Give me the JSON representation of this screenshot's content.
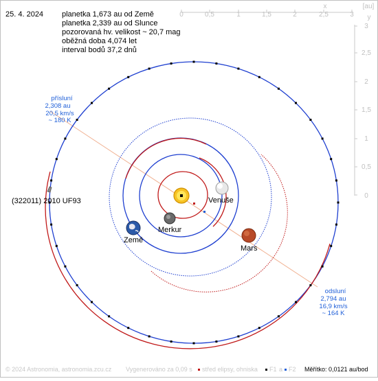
{
  "date": "25. 4. 2024",
  "info_lines": [
    "planetka 1,673 au od Země",
    "planetka 2,339 au od Slunce",
    "pozorovaná hv. velikost ~ 20,7 mag",
    "oběžná doba 4,074 let",
    "interval bodů 37,2 dnů"
  ],
  "asteroid_label": "(322011) 2010 UF93",
  "planet_labels": {
    "venus": "Venuše",
    "mercury": "Merkur",
    "earth": "Země",
    "mars": "Mars"
  },
  "perihelion": {
    "title": "přísluní",
    "dist": "2,308 au",
    "speed": "20,5 km/s",
    "temp": "~ 180 K"
  },
  "aphelion": {
    "title": "odsluní",
    "dist": "2,794 au",
    "speed": "16,9 km/s",
    "temp": "~ 164 K"
  },
  "axis_x": {
    "unit": "[au]",
    "name": "x",
    "ticks": [
      "0",
      "0,5",
      "1",
      "1,5",
      "2",
      "2,5",
      "3"
    ]
  },
  "axis_y": {
    "name": "y",
    "ticks": [
      "3",
      "2,5",
      "2",
      "1,5",
      "1",
      "0,5",
      "0"
    ]
  },
  "footer": {
    "copyright": "© 2024 Astronomia, astronomia.zcu.cz",
    "generated": "Vygenerováno za 0,09 s",
    "legend_center": "střed elipsy, ohniska",
    "legend_f1": "F1",
    "legend_a": "a",
    "legend_f2": "F2",
    "scale": "Měřítko: 0,0121 au/bod"
  },
  "colors": {
    "inner_orbit_blue": "#1e3fd0",
    "near_red": "#c01818",
    "grey_axis": "#c8c8c8",
    "apsis_blue": "#1f5fd8",
    "apsis_line": "#f0b090"
  }
}
